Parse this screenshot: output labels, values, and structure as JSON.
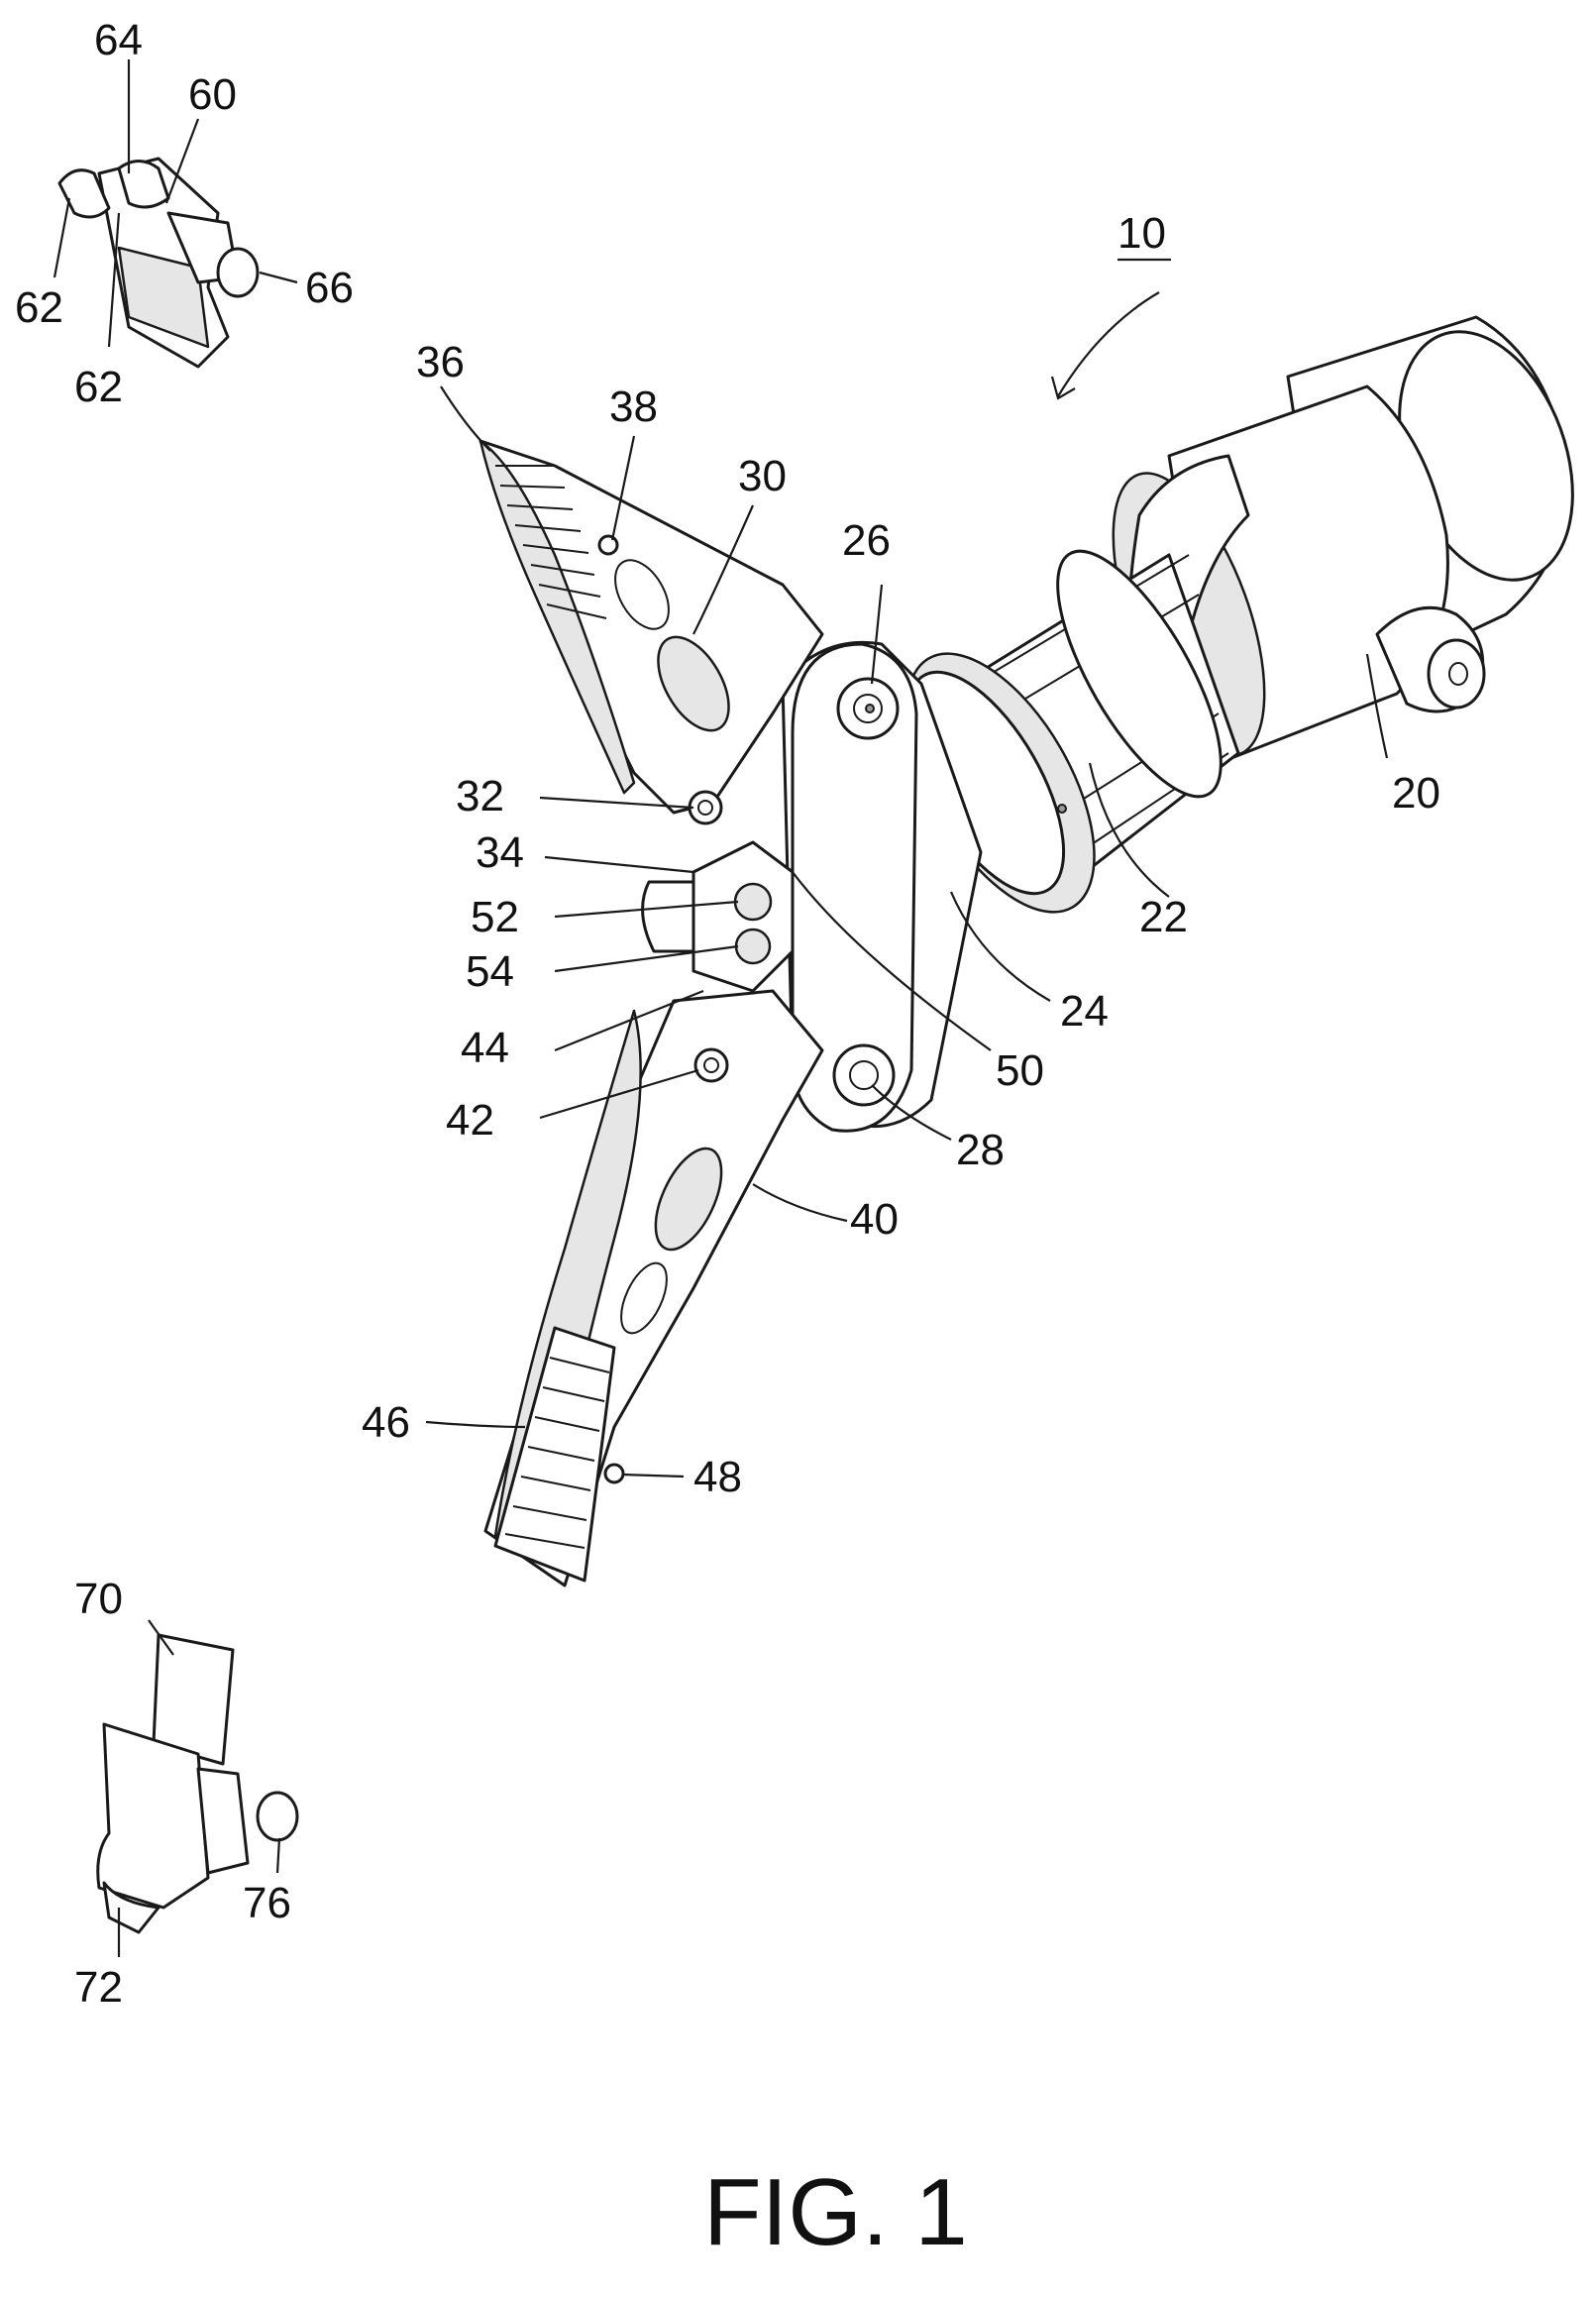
{
  "figure": {
    "caption": "FIG. 1",
    "assembly_number": "10",
    "reference_numerals": [
      "10",
      "20",
      "22",
      "24",
      "26",
      "28",
      "30",
      "32",
      "34",
      "36",
      "38",
      "40",
      "42",
      "44",
      "46",
      "48",
      "50",
      "52",
      "54",
      "60",
      "62",
      "62",
      "64",
      "66",
      "70",
      "72",
      "76"
    ]
  }
}
